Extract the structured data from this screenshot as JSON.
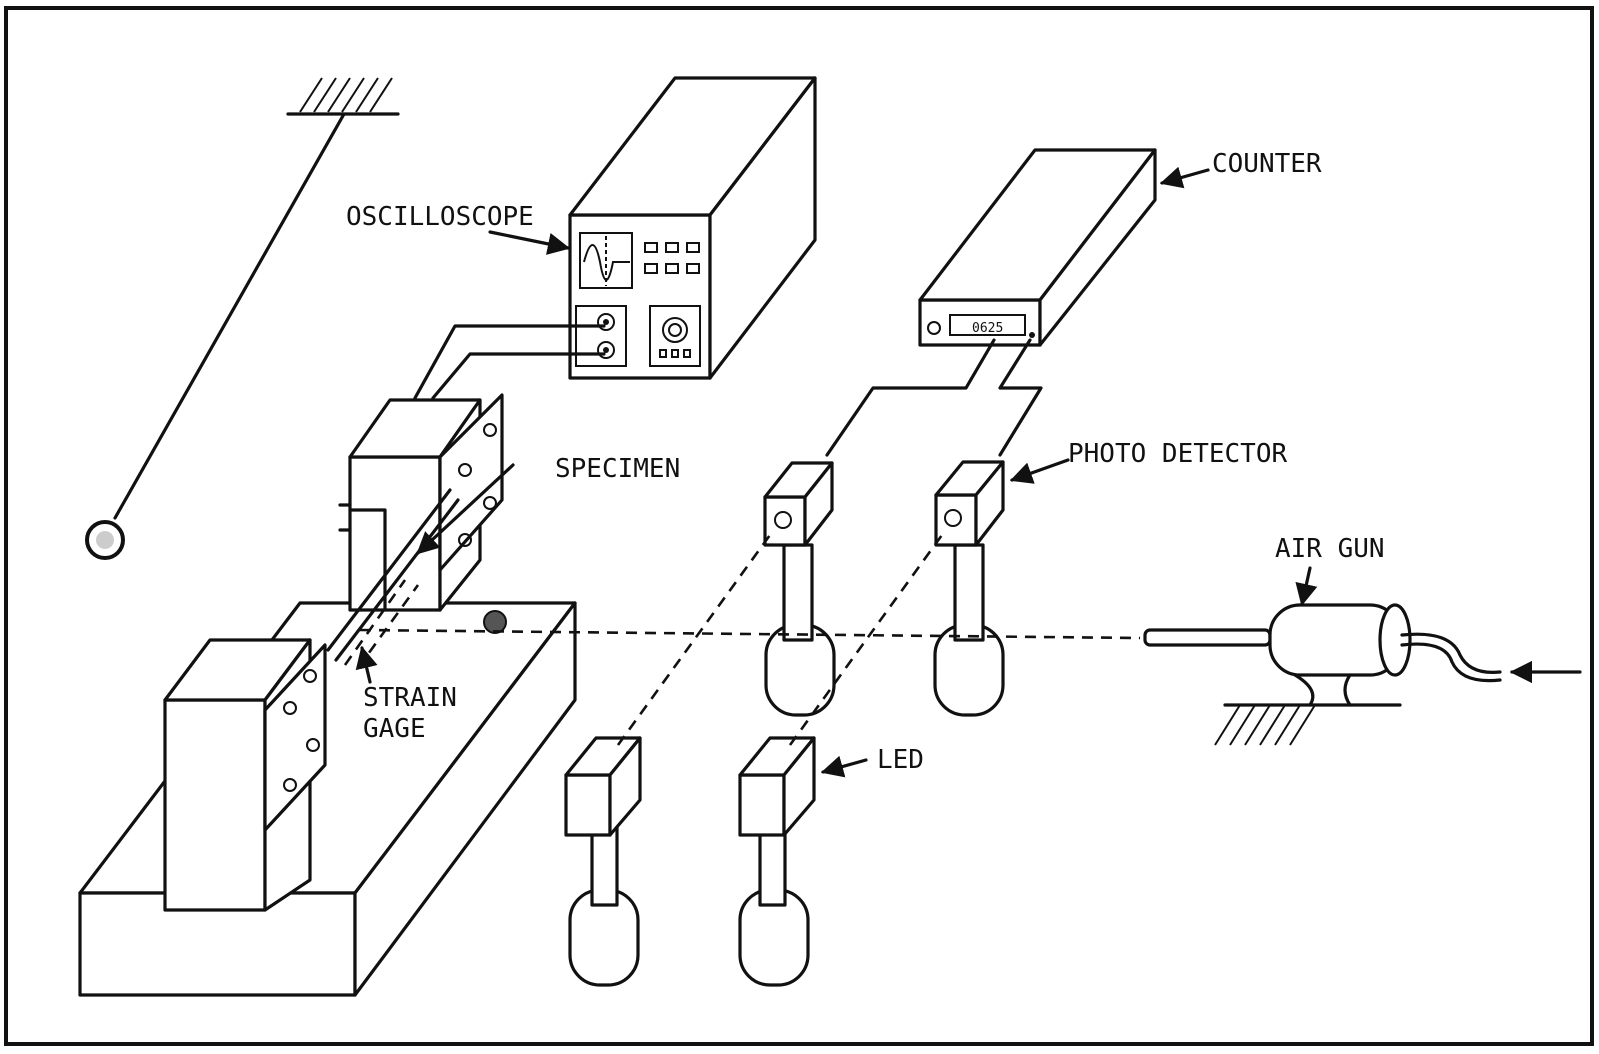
{
  "labels": {
    "oscilloscope": "OSCILLOSCOPE",
    "counter": "COUNTER",
    "counter_display": "0625",
    "specimen": "SPECIMEN",
    "strain_gage_line1": "STRAIN",
    "strain_gage_line2": "GAGE",
    "photo_detector": "PHOTO DETECTOR",
    "air_gun": "AIR GUN",
    "led": "LED"
  },
  "colors": {
    "line": "#111111",
    "background": "#ffffff"
  }
}
